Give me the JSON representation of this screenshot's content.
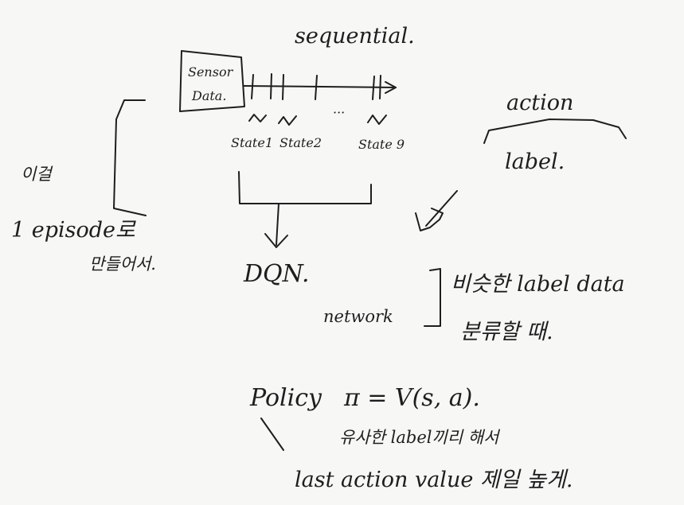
{
  "notes": {
    "sequential": "sequential.",
    "sensor_data_line1": "Sensor",
    "sensor_data_line2": "Data.",
    "state1": "State1",
    "state2": "State2",
    "state_last": "State 9 ",
    "dots": "···",
    "action": "action",
    "label": "label.",
    "left_note_1": "이걸",
    "left_note_2": "1 episode로",
    "left_note_3": "만들어서.",
    "dqn": "DQN.",
    "network": "network",
    "similar_label_data": "비슷한 label data",
    "classify_when": "분류할 때.",
    "policy_lhs": "Policy",
    "policy_eq": "π = V(s, a).",
    "similar_label_group": "유사한 label끼리 해서",
    "last_action_value": "last action value 제일 높게."
  },
  "ink_color": "#1e1e1e",
  "paper_color": "#f7f7f5"
}
